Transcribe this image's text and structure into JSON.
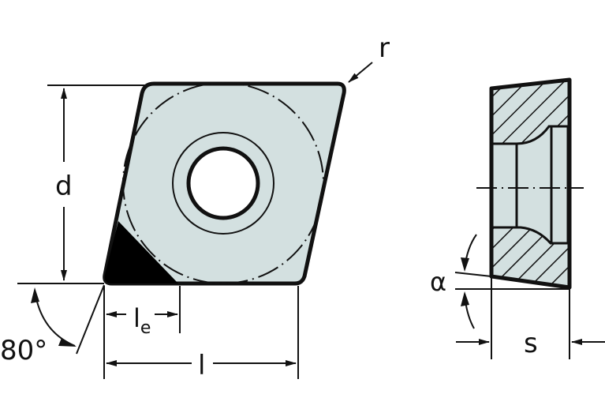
{
  "diagram": {
    "title": "CCMT-type 80° rhombic insert dimension drawing",
    "colors": {
      "fill": "#d3e0e0",
      "line": "#111111",
      "corner": "#000000",
      "background": "#ffffff"
    },
    "top_view": {
      "labels": {
        "d": "d",
        "r": "r",
        "angle": "80°",
        "le_main": "l",
        "le_sub": "e",
        "l": "l"
      }
    },
    "side_view": {
      "labels": {
        "alpha": "α",
        "s": "s"
      }
    }
  }
}
